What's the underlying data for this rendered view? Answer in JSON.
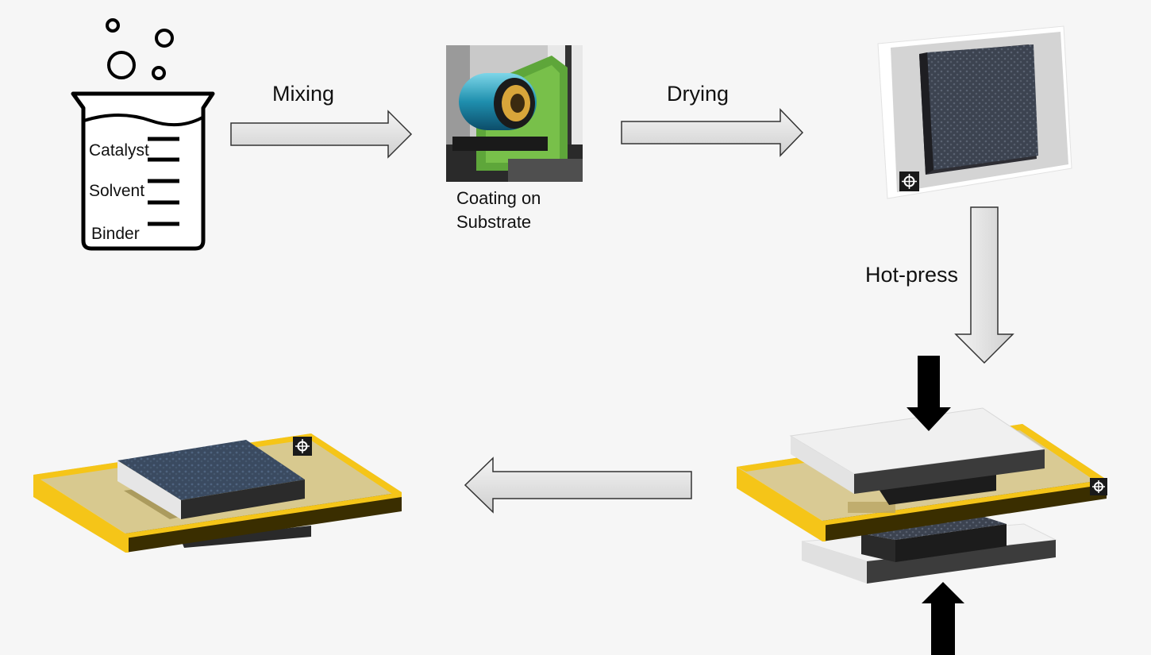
{
  "diagram": {
    "beaker": {
      "labels": [
        "Catalyst",
        "Solvent",
        "Binder"
      ]
    },
    "steps": {
      "mixing": "Mixing",
      "drying": "Drying",
      "hot_press": "Hot-press"
    },
    "coating_caption": [
      "Coating on",
      "Substrate"
    ],
    "colors": {
      "background": "#f6f6f6",
      "arrow_fill": "#d9d9d9",
      "frame_yellow": "#f5c518",
      "frame_dark": "#3a2e00",
      "electrode": "#2f3a48",
      "press_plate": "#e6e6e6"
    }
  }
}
